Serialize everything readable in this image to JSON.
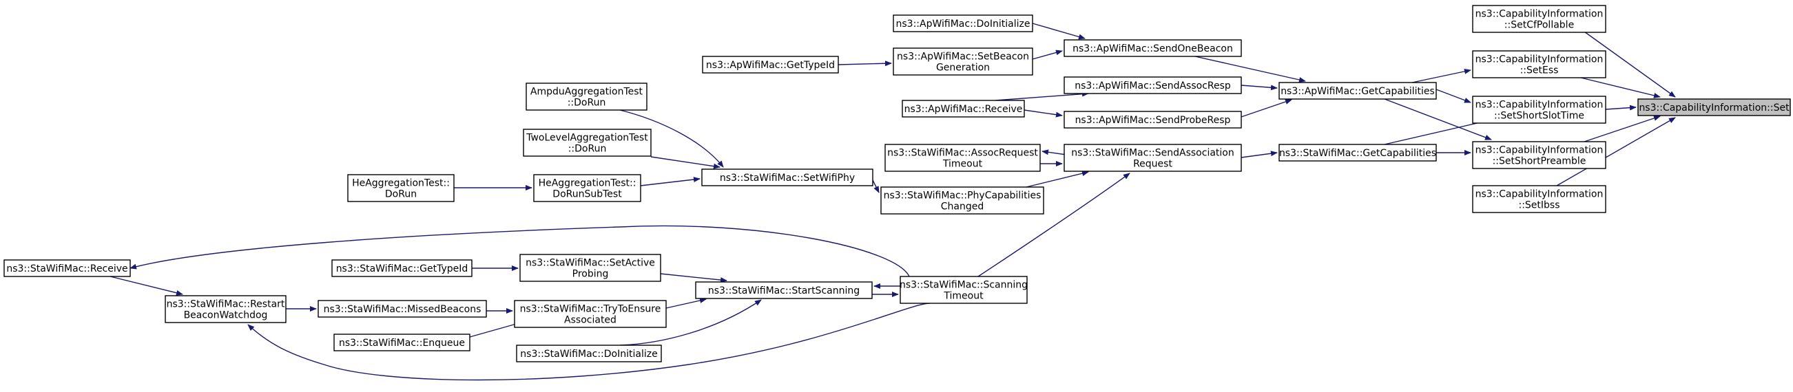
{
  "graph": {
    "accent_color": "#191970",
    "root_fill": "#bfbfbf",
    "nodes": {
      "set": [
        "ns3::CapabilityInformation::Set"
      ],
      "setcfpollable": [
        "ns3::CapabilityInformation",
        "::SetCfPollable"
      ],
      "setess": [
        "ns3::CapabilityInformation",
        "::SetEss"
      ],
      "setshortslottime": [
        "ns3::CapabilityInformation",
        "::SetShortSlotTime"
      ],
      "setshortpreamble": [
        "ns3::CapabilityInformation",
        "::SetShortPreamble"
      ],
      "setibss": [
        "ns3::CapabilityInformation",
        "::SetIbss"
      ],
      "ap_getcapabilities": [
        "ns3::ApWifiMac::GetCapabilities"
      ],
      "sta_getcapabilities": [
        "ns3::StaWifiMac::GetCapabilities"
      ],
      "ap_sendonebeacon": [
        "ns3::ApWifiMac::SendOneBeacon"
      ],
      "ap_sendassocresp": [
        "ns3::ApWifiMac::SendAssocResp"
      ],
      "ap_sendproberesp": [
        "ns3::ApWifiMac::SendProbeResp"
      ],
      "sta_sendassociationrequest": [
        "ns3::StaWifiMac::SendAssociation",
        "Request"
      ],
      "ap_doinitialize": [
        "ns3::ApWifiMac::DoInitialize"
      ],
      "ap_setbeacongeneration": [
        "ns3::ApWifiMac::SetBeacon",
        "Generation"
      ],
      "ap_receive": [
        "ns3::ApWifiMac::Receive"
      ],
      "ap_gettypeid": [
        "ns3::ApWifiMac::GetTypeId"
      ],
      "sta_assocrequesttimeout": [
        "ns3::StaWifiMac::AssocRequest",
        "Timeout"
      ],
      "sta_phycapabilitieschanged": [
        "ns3::StaWifiMac::PhyCapabilities",
        "Changed"
      ],
      "sta_scanningtimeout": [
        "ns3::StaWifiMac::Scanning",
        "Timeout"
      ],
      "sta_setwifiphy": [
        "ns3::StaWifiMac::SetWifiPhy"
      ],
      "ampdu_dorun": [
        "AmpduAggregationTest",
        "::DoRun"
      ],
      "twolevel_dorun": [
        "TwoLevelAggregationTest",
        "::DoRun"
      ],
      "he_dorunsubtest": [
        "HeAggregationTest::",
        "DoRunSubTest"
      ],
      "he_dorun": [
        "HeAggregationTest::",
        "DoRun"
      ],
      "sta_startscanning": [
        "ns3::StaWifiMac::StartScanning"
      ],
      "sta_setactiveprobing": [
        "ns3::StaWifiMac::SetActive",
        "Probing"
      ],
      "sta_trytoensureassociated": [
        "ns3::StaWifiMac::TryToEnsure",
        "Associated"
      ],
      "sta_doinitialize": [
        "ns3::StaWifiMac::DoInitialize"
      ],
      "sta_gettypeid": [
        "ns3::StaWifiMac::GetTypeId"
      ],
      "sta_missedbeacons": [
        "ns3::StaWifiMac::MissedBeacons"
      ],
      "sta_enqueue": [
        "ns3::StaWifiMac::Enqueue"
      ],
      "sta_restartbeaconwatchdog": [
        "ns3::StaWifiMac::Restart",
        "BeaconWatchdog"
      ],
      "sta_receive": [
        "ns3::StaWifiMac::Receive"
      ]
    }
  }
}
